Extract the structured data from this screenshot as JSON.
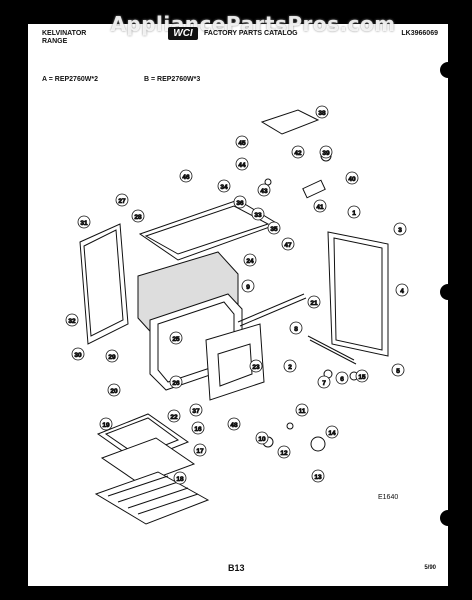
{
  "header": {
    "watermark": "AppliancePartsPros.com",
    "brand": "KELVINATOR",
    "brand_sub": "RANGE",
    "logo": "WCI",
    "catalog": "FACTORY PARTS CATALOG",
    "part_number": "LK3966069"
  },
  "models": {
    "a": "A = REP2760W*2",
    "b": "B = REP2760W*3"
  },
  "callouts": [
    "1",
    "2",
    "3",
    "4",
    "5",
    "6",
    "7",
    "8",
    "9",
    "10",
    "11",
    "12",
    "13",
    "14",
    "15",
    "16",
    "17",
    "18",
    "19",
    "20",
    "21",
    "22",
    "23",
    "24",
    "25",
    "26",
    "27",
    "28",
    "29",
    "30",
    "31",
    "32",
    "33",
    "34",
    "35",
    "36",
    "37",
    "38",
    "39",
    "40",
    "41",
    "42",
    "43",
    "44",
    "45",
    "46",
    "47",
    "48"
  ],
  "footer": {
    "figure_id": "E1640",
    "page": "B13",
    "date": "5/90"
  }
}
